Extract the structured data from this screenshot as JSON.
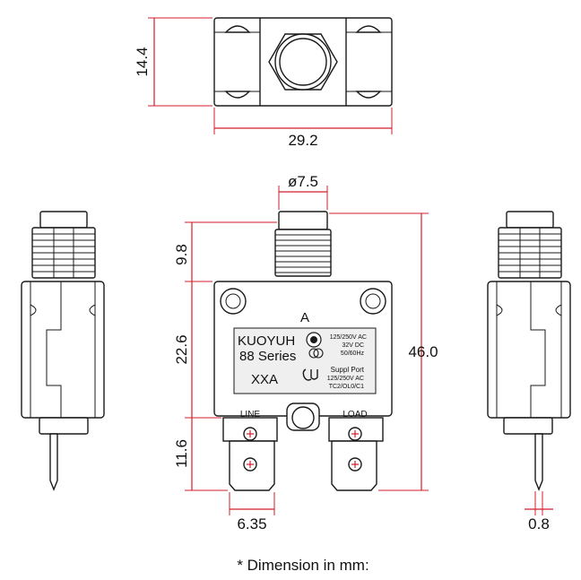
{
  "dimensions": {
    "top_height": "14.4",
    "top_width": "29.2",
    "button_diameter": "ø7.5",
    "button_height": "9.8",
    "body_height": "22.6",
    "terminal_height": "11.6",
    "total_height": "46.0",
    "terminal_width": "6.35",
    "terminal_thickness": "0.8"
  },
  "label": {
    "current_rating": "A",
    "brand": "KUOYUH",
    "series": "88 Series",
    "model": "XXA",
    "rating_ac": "125/250V AC",
    "rating_dc": "32V DC",
    "rating_freq": "50/60Hz",
    "suppl_title": "Suppl Port",
    "suppl_ac": "125/250V AC",
    "suppl_codes": "TC2/OL0/C1"
  },
  "terminals": {
    "left": "LINE",
    "right": "LOAD"
  },
  "footnote": "* Dimension in mm:",
  "colors": {
    "dimension": "#d31d2a",
    "outline": "#1a1a1a",
    "label_bg": "#efefef"
  }
}
